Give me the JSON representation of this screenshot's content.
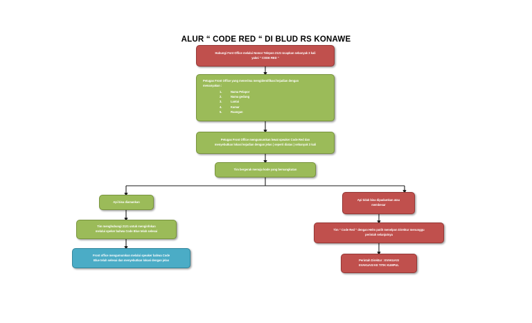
{
  "document": {
    "title": "ALUR “ CODE RED “ DI BLUD RS KONAWE",
    "background_color": "#ffffff"
  },
  "palette": {
    "green": "#9bbb59",
    "red": "#c0504d",
    "blue": "#4bacc6",
    "connector": "#1a1a1a",
    "text": "#ffffff",
    "title_text": "#000000"
  },
  "chart_data": {
    "type": "diagram",
    "subtype": "flowchart",
    "title": "ALUR “ CODE RED “ DI BLUD RS KONAWE",
    "nodes": [
      {
        "id": "n1",
        "color": "red",
        "text": "Hubungi Font Office melalui Nomor Telepon 2121 Ucapkan sebanyak 3 kali\nyakni “ CODE RED “"
      },
      {
        "id": "n2",
        "color": "green",
        "lead": "Petugas Front Office yang menerima mengidentifikasi kejadian dengan\nmenanyakan :",
        "items": [
          "Nama Pelapor",
          "Nama gedung",
          "Lantai",
          "Kamar",
          "Ruangan"
        ]
      },
      {
        "id": "n3",
        "color": "green",
        "text": "Petugas Front Office mengumumkan lewat speaker Code Red dan\nmenyebutkan lokasi kejadian dengan jelas ( seperti diatas ) sebanyak 3 kali"
      },
      {
        "id": "n4",
        "color": "green",
        "text": "Tim bergerak menuju kode yang bersangkutan"
      },
      {
        "id": "n5a",
        "color": "green",
        "text": "Api bisa diamankan"
      },
      {
        "id": "n6a",
        "color": "green",
        "text": "Tim menghubungi 2121 untuk menginfokan\nmelalui speker bahwa Code Blue telah selesai"
      },
      {
        "id": "n7a",
        "color": "blue",
        "text": "Front office mengumumkan melalui speaker bahwa Code\nBlue telah selesai dan menyebutkan lokasi dengan jelas"
      },
      {
        "id": "n5b",
        "color": "red",
        "text": "Api tidak bisa dipadamkan atau\nmembesar"
      },
      {
        "id": "n6b",
        "color": "red",
        "text": "Tim “ Code Red “ dengan Helm putih menelpon Direktur menunggu\nperintah selanjutnya"
      },
      {
        "id": "n7b",
        "color": "red",
        "text": "Perintah Direktur : EVAKUASI\nEVAKUASI KE TITIK KUMPUL"
      }
    ],
    "edges": [
      {
        "from": "n1",
        "to": "n2",
        "style": "arrow"
      },
      {
        "from": "n2",
        "to": "n3",
        "style": "arrow"
      },
      {
        "from": "n3",
        "to": "n4",
        "style": "arrow"
      },
      {
        "from": "n4",
        "to": "n5a",
        "style": "arrow-branch-left"
      },
      {
        "from": "n4",
        "to": "n5b",
        "style": "arrow-branch-right"
      },
      {
        "from": "n5a",
        "to": "n6a",
        "style": "arrow"
      },
      {
        "from": "n6a",
        "to": "n7a",
        "style": "arrow"
      },
      {
        "from": "n5b",
        "to": "n6b",
        "style": "arrow"
      },
      {
        "from": "n6b",
        "to": "n7b",
        "style": "arrow"
      }
    ]
  }
}
